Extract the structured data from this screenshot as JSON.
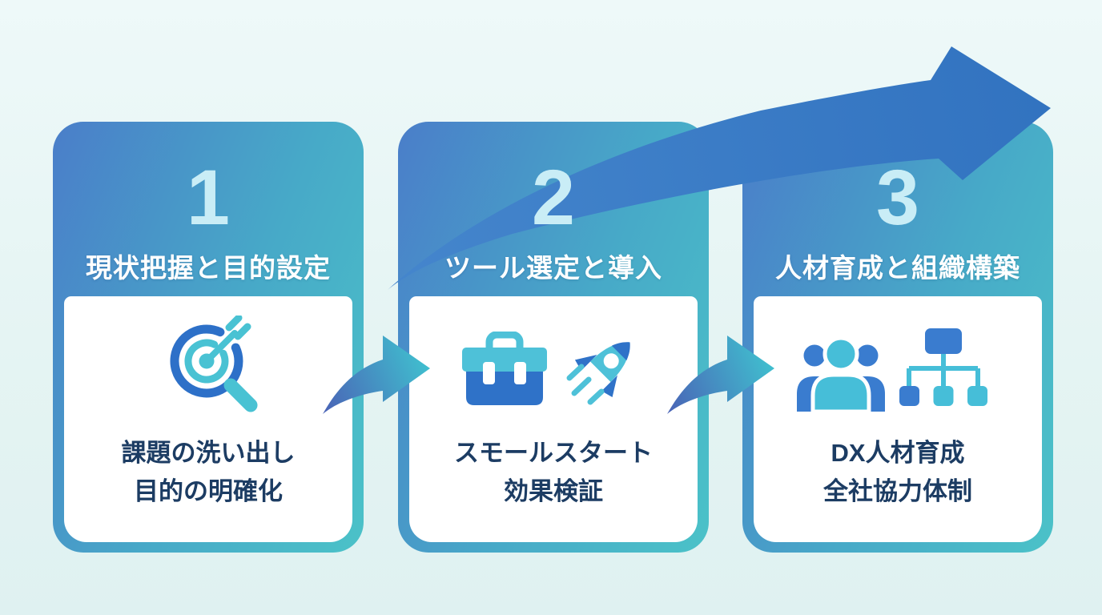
{
  "steps": [
    {
      "number": "1",
      "title": "現状把握と目的設定",
      "lines": [
        "課題の洗い出し",
        "目的の明確化"
      ],
      "icons": [
        "target-magnifier-icon"
      ]
    },
    {
      "number": "2",
      "title": "ツール選定と導入",
      "lines": [
        "スモールスタート",
        "効果検証"
      ],
      "icons": [
        "toolbox-icon",
        "rocket-icon"
      ]
    },
    {
      "number": "3",
      "title": "人材育成と組織構築",
      "lines": [
        "DX人材育成",
        "全社協力体制"
      ],
      "icons": [
        "team-icon",
        "org-chart-icon"
      ]
    }
  ],
  "colors": {
    "background_top": "#eef9f9",
    "background_bottom": "#dff1f1",
    "card_gradient_start": "#4a7ec9",
    "card_gradient_end": "#4bc2c8",
    "number_text": "#c9edf6",
    "header_text": "#ffffff",
    "body_text": "#1c3c63",
    "panel": "#ffffff",
    "flow_arrow": "#3b7cc5",
    "connector_gradient_start": "#4a63b6",
    "connector_gradient_end": "#40c0cf",
    "icon_blue": "#2f72c8",
    "icon_teal": "#49c2d3"
  }
}
